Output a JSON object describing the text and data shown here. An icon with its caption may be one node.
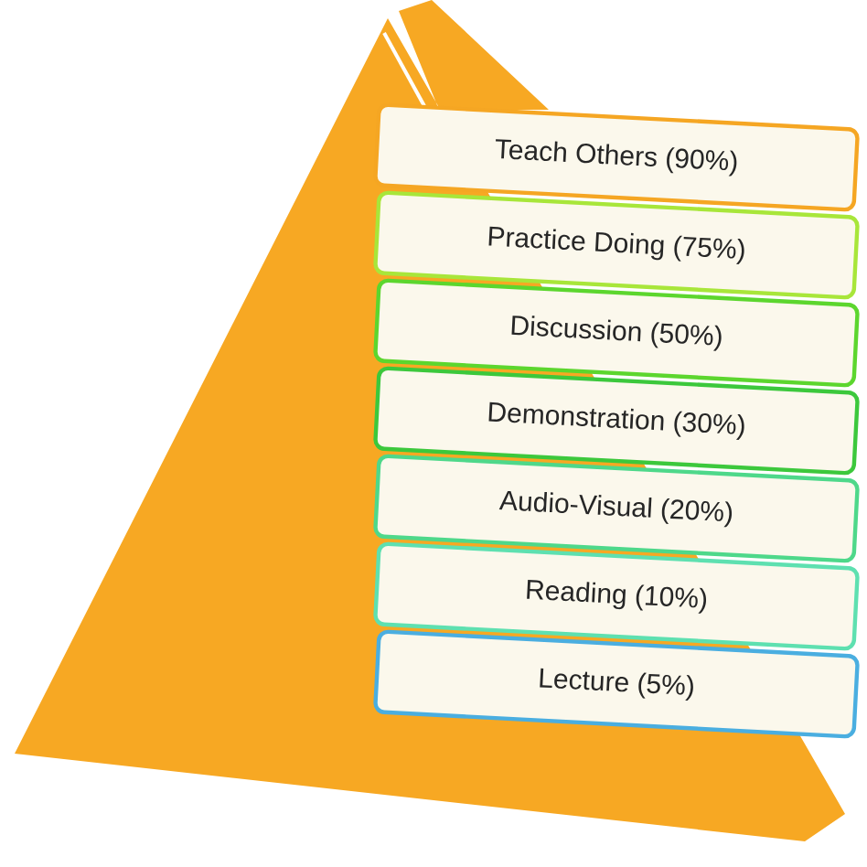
{
  "diagram": {
    "nodes": [
      {
        "text": [
          "Teach Others (90%)"
        ]
      },
      {
        "text": [
          "Practice Doing (75%)"
        ]
      },
      {
        "text": [
          "Discussion (50%)"
        ]
      },
      {
        "text": [
          "Demonstration (30%)"
        ]
      },
      {
        "text": [
          "Audio-Visual (20%)"
        ]
      },
      {
        "text": [
          "Reading (10%)"
        ]
      },
      {
        "text": [
          "Lecture (5%)"
        ]
      }
    ]
  }
}
